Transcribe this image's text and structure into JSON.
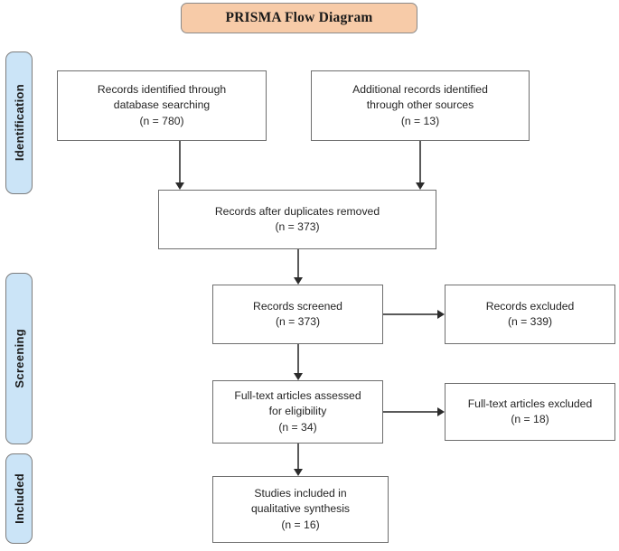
{
  "title": {
    "text": "PRISMA Flow Diagram",
    "fill_color": "#F7CBA8",
    "border_color": "#8A8A8A"
  },
  "stages": [
    {
      "id": "identification",
      "label": "Identification",
      "fill_color": "#CBE4F7"
    },
    {
      "id": "screening",
      "label": "Screening",
      "fill_color": "#CBE4F7"
    },
    {
      "id": "included",
      "label": "Included",
      "fill_color": "#CBE4F7"
    }
  ],
  "nodes": {
    "db_search": {
      "line1": "Records identified through",
      "line2": "database searching",
      "count": "(n = 780)"
    },
    "other_sources": {
      "line1": "Additional records identified",
      "line2": "through other sources",
      "count": "(n = 13)"
    },
    "dedup": {
      "line1": "Records after duplicates removed",
      "count": "(n = 373)"
    },
    "screened": {
      "line1": "Records screened",
      "count": "(n = 373)"
    },
    "records_excluded": {
      "line1": "Records excluded",
      "count": "(n = 339)"
    },
    "fulltext_assessed": {
      "line1": "Full-text articles assessed",
      "line2": "for eligibility",
      "count": "(n = 34)"
    },
    "fulltext_excluded": {
      "line1": "Full-text articles excluded",
      "count": "(n = 18)"
    },
    "studies_included": {
      "line1": "Studies included in",
      "line2": "qualitative synthesis",
      "count": "(n = 16)"
    }
  }
}
